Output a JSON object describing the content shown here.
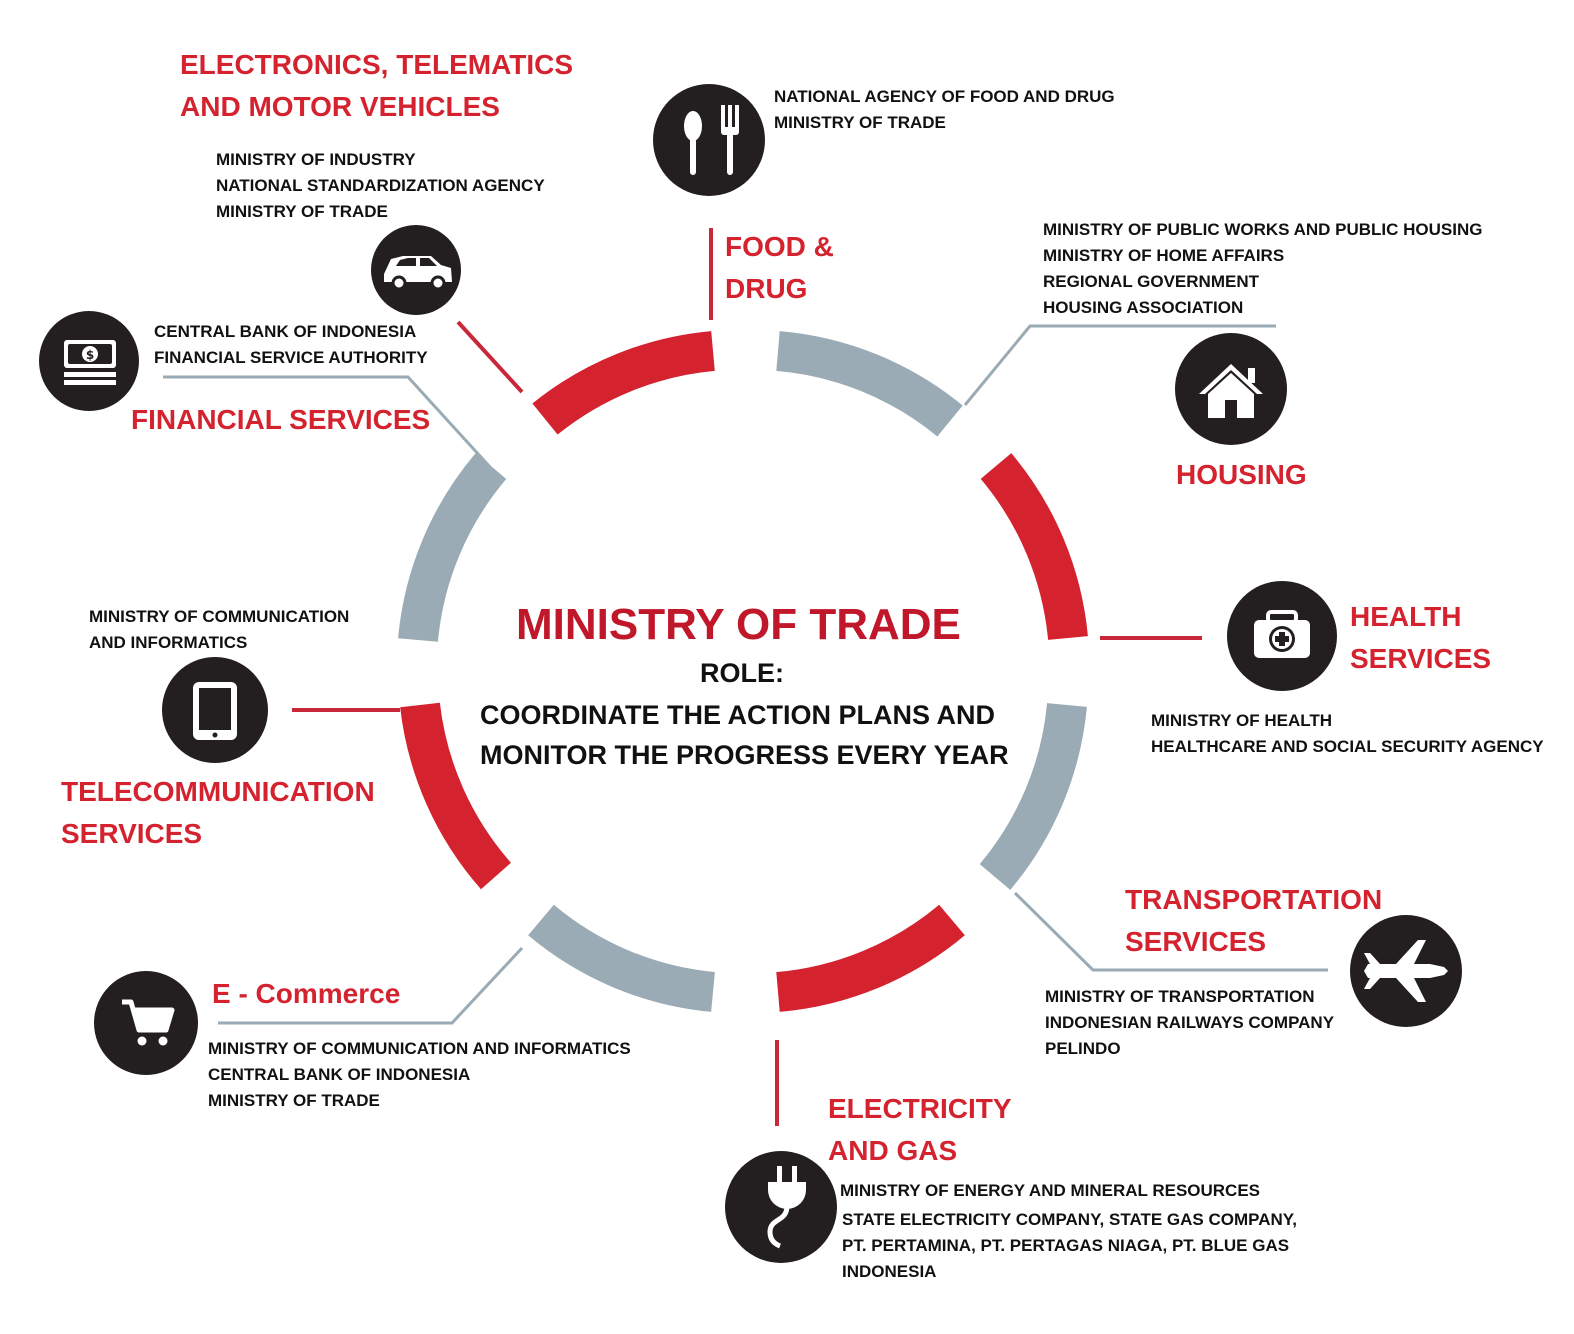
{
  "center": {
    "title": "MINISTRY OF TRADE",
    "role_label": "ROLE:",
    "role_lines": [
      "COORDINATE THE ACTION PLANS AND",
      "MONITOR THE PROGRESS EVERY YEAR"
    ]
  },
  "colors": {
    "red": "#d4232f",
    "gray": "#9aabb5",
    "dark": "#231f20",
    "text": "#111111"
  },
  "sectors": [
    {
      "key": "electronics",
      "icon": "car-icon",
      "title": [
        "ELECTRONICS, TELEMATICS",
        "AND MOTOR VEHICLES"
      ],
      "agencies": [
        "MINISTRY OF INDUSTRY",
        "NATIONAL STANDARDIZATION AGENCY",
        "MINISTRY OF TRADE"
      ]
    },
    {
      "key": "food-drug",
      "icon": "fork-spoon-icon",
      "title": [
        "FOOD &",
        "DRUG"
      ],
      "agencies": [
        "NATIONAL AGENCY OF FOOD AND DRUG",
        "MINISTRY OF TRADE"
      ]
    },
    {
      "key": "housing",
      "icon": "house-icon",
      "title": [
        "HOUSING"
      ],
      "agencies": [
        "MINISTRY OF PUBLIC WORKS AND PUBLIC HOUSING",
        "MINISTRY OF HOME AFFAIRS",
        "REGIONAL GOVERNMENT",
        "HOUSING ASSOCIATION"
      ]
    },
    {
      "key": "financial",
      "icon": "money-stack-icon",
      "title": [
        "FINANCIAL SERVICES"
      ],
      "agencies": [
        "CENTRAL BANK OF INDONESIA",
        "FINANCIAL SERVICE AUTHORITY"
      ]
    },
    {
      "key": "health",
      "icon": "first-aid-kit-icon",
      "title": [
        "HEALTH",
        "SERVICES"
      ],
      "agencies": [
        "MINISTRY OF HEALTH",
        "HEALTHCARE AND SOCIAL SECURITY AGENCY"
      ]
    },
    {
      "key": "telecom",
      "icon": "tablet-icon",
      "title": [
        "TELECOMMUNICATION",
        "SERVICES"
      ],
      "agencies": [
        "MINISTRY OF COMMUNICATION",
        "AND INFORMATICS"
      ]
    },
    {
      "key": "transport",
      "icon": "airplane-icon",
      "title": [
        "TRANSPORTATION",
        "SERVICES"
      ],
      "agencies": [
        "MINISTRY OF TRANSPORTATION",
        "INDONESIAN RAILWAYS COMPANY",
        "PELINDO"
      ]
    },
    {
      "key": "ecommerce",
      "icon": "shopping-cart-icon",
      "title": [
        "E - Commerce"
      ],
      "agencies": [
        "MINISTRY OF COMMUNICATION AND INFORMATICS",
        "CENTRAL BANK OF INDONESIA",
        "MINISTRY OF TRADE"
      ]
    },
    {
      "key": "electricity",
      "icon": "power-plug-icon",
      "title": [
        "ELECTRICITY",
        "AND GAS"
      ],
      "agencies": [
        "MINISTRY OF ENERGY AND MINERAL RESOURCES",
        "STATE ELECTRICITY COMPANY, STATE GAS COMPANY,",
        "PT. PERTAMINA, PT. PERTAGAS NIAGA, PT. BLUE GAS",
        "INDONESIA"
      ]
    }
  ]
}
